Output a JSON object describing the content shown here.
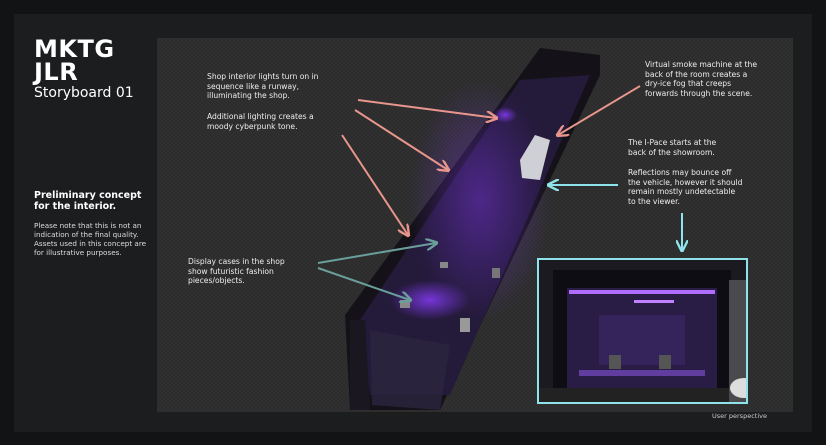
{
  "header": {
    "title_line1": "MKTG",
    "title_line2": "JLR",
    "subtitle": "Storyboard 01"
  },
  "sidebar": {
    "concept_title": "Preliminary concept for the interior.",
    "note": "Please note that this is not an indication of the final quality. Assets used in this concept are for illustrative purposes."
  },
  "annotations": {
    "lights": "Shop interior lights turn on in sequence like a runway, illuminating the shop.",
    "moody": "Additional lighting creates a moody cyberpunk tone.",
    "smoke": "Virtual smoke machine at the back of the room creates a dry-ice fog that creeps forwards through the scene.",
    "ipace": "The I-Pace starts at the back of the showroom.",
    "reflections": "Reflections may bounce off the vehicle, however it should remain mostly undetectable to the viewer.",
    "display": "Display cases in the shop show futuristic fashion pieces/objects."
  },
  "caption": "User perspective",
  "colors": {
    "salmon_arrow": "#e8968c",
    "cyan_arrow": "#8fe3ea",
    "teal_arrow": "#6a9e9a",
    "accent_purple": "#8a3cff"
  }
}
